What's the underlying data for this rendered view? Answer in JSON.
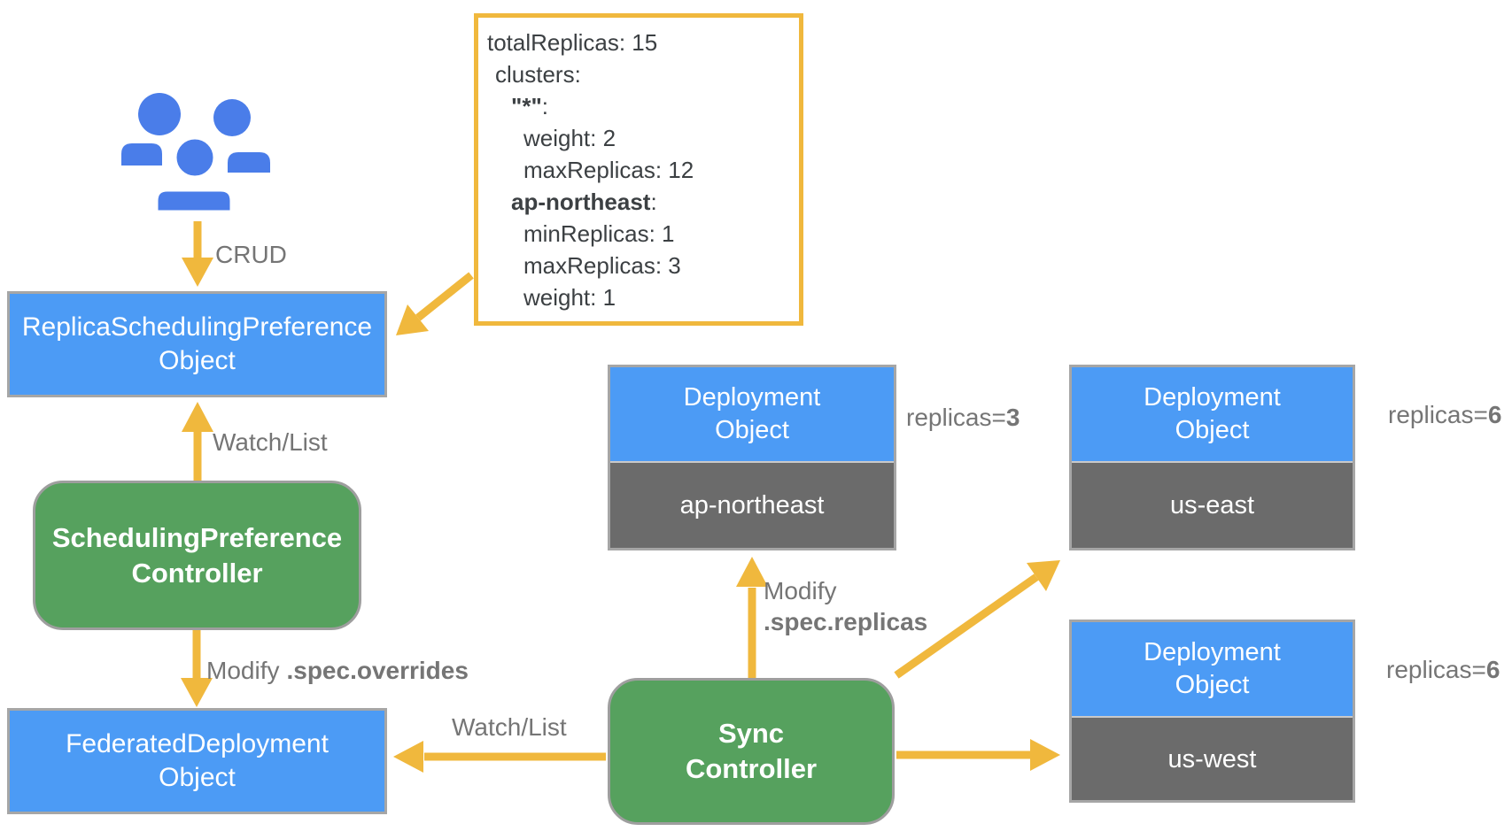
{
  "colors": {
    "object_box_blue": "#4C9BF5",
    "cluster_section_gray": "#6B6B6B",
    "controller_green": "#56A15E",
    "arrow_yellow": "#F0B83D",
    "label_gray": "#757575",
    "yaml_text_gray": "#3C4043",
    "box_border_gray": "#A6A6A6",
    "users_icon_blue": "#4A7DE9"
  },
  "icons": {
    "users": "users-group-icon"
  },
  "labels": {
    "crud": "CRUD",
    "watch_list_spc": "Watch/List",
    "watch_list_sync": "Watch/List",
    "modify_overrides": {
      "prefix": "Modify",
      "bold": ".spec.overrides"
    },
    "modify_replicas": {
      "line1": "Modify",
      "line2_bold": ".spec.replicas"
    }
  },
  "yaml": {
    "lines": [
      {
        "bold": "",
        "text": "totalReplicas: 15"
      },
      {
        "bold": "",
        "text": "clusters:"
      },
      {
        "bold": "\"*\"",
        "text": ":"
      },
      {
        "bold": "",
        "text": "weight: 2"
      },
      {
        "bold": "",
        "text": "maxReplicas: 12"
      },
      {
        "bold": "ap-northeast",
        "text": ":"
      },
      {
        "bold": "",
        "text": "minReplicas: 1"
      },
      {
        "bold": "",
        "text": "maxReplicas: 3"
      },
      {
        "bold": "",
        "text": "weight: 1"
      }
    ]
  },
  "boxes": {
    "replica_scheduling_preference": {
      "line1": "ReplicaSchedulingPreference",
      "line2": "Object"
    },
    "scheduling_preference_controller": {
      "line1": "SchedulingPreference",
      "line2": "Controller"
    },
    "federated_deployment": {
      "line1": "FederatedDeployment",
      "line2": "Object"
    },
    "sync_controller": {
      "line1": "Sync",
      "line2": "Controller"
    }
  },
  "deployments": [
    {
      "line1": "Deployment",
      "line2": "Object",
      "cluster": "ap-northeast",
      "replicas_prefix": "replicas=",
      "replicas_value": "3"
    },
    {
      "line1": "Deployment",
      "line2": "Object",
      "cluster": "us-east",
      "replicas_prefix": "replicas=",
      "replicas_value": "6"
    },
    {
      "line1": "Deployment",
      "line2": "Object",
      "cluster": "us-west",
      "replicas_prefix": "replicas=",
      "replicas_value": "6"
    }
  ]
}
